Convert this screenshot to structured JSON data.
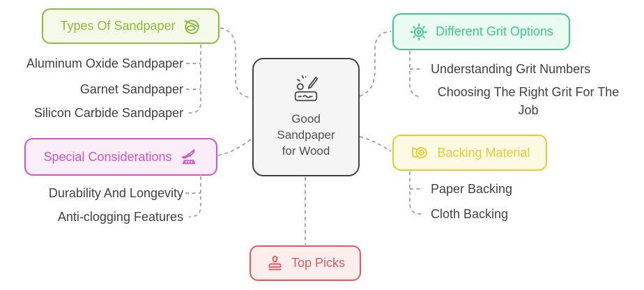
{
  "palette": {
    "connector": "#9b9b9b",
    "central_border": "#424242",
    "central_bg": "#f5f5f5",
    "leaf_text": "#414141"
  },
  "central": {
    "line1": "Good",
    "line2": "Sandpaper",
    "line3": "for Wood",
    "icon": "wood-carving-icon"
  },
  "branches": [
    {
      "id": "types",
      "label": "Types Of Sandpaper",
      "color": "#8cba3f",
      "bg": "#f4fae7",
      "icon": "sphere-icon",
      "children": [
        "Aluminum Oxide Sandpaper",
        "Garnet Sandpaper",
        "Silicon Carbide Sandpaper"
      ]
    },
    {
      "id": "grit",
      "label": "Different Grit Options",
      "color": "#3ec98c",
      "bg": "#e9fbf3",
      "icon": "gear-sun-icon",
      "children": [
        "Understanding Grit Numbers",
        "Choosing The Right Grit For The Job"
      ]
    },
    {
      "id": "special",
      "label": "Special Considerations",
      "color": "#ce57bf",
      "bg": "#fceef9",
      "icon": "plane-takeoff-icon",
      "children": [
        "Durability And Longevity",
        "Anti-clogging Features"
      ]
    },
    {
      "id": "backing",
      "label": "Backing Material",
      "color": "#e4cd32",
      "bg": "#fdf9e2",
      "icon": "tape-roll-icon",
      "children": [
        "Paper Backing",
        "Cloth Backing"
      ]
    },
    {
      "id": "toppicks",
      "label": "Top Picks",
      "color": "#e05b5b",
      "bg": "#fdeded",
      "icon": "stamp-icon",
      "children": []
    }
  ]
}
